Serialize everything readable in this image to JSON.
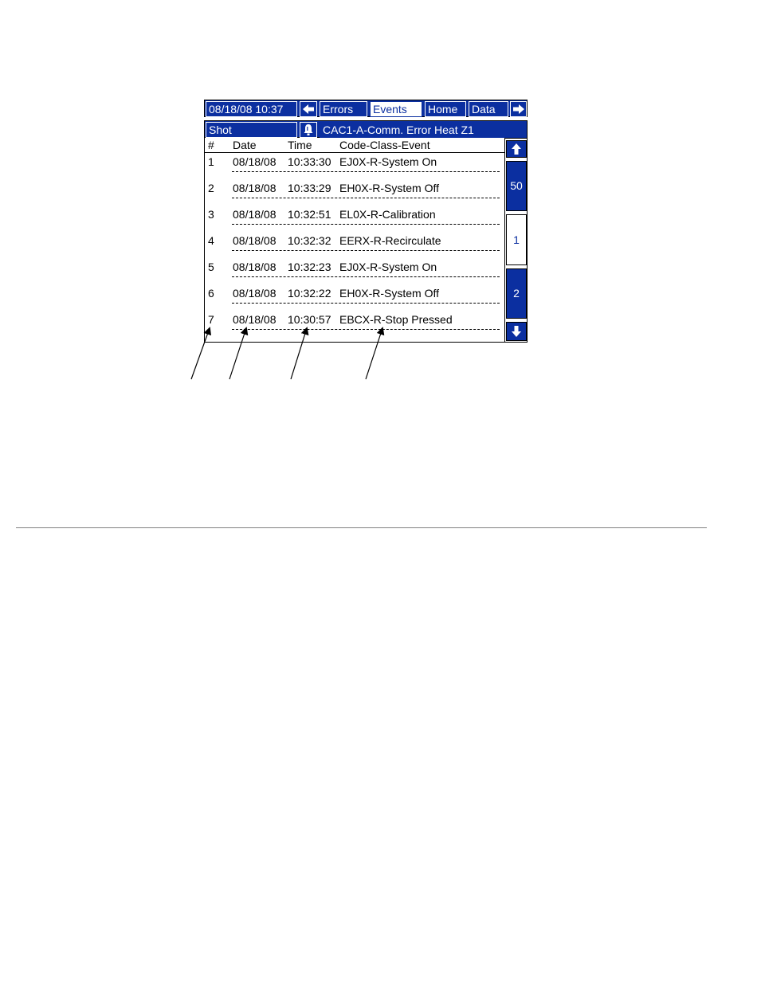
{
  "header": {
    "datetime": "08/18/08  10:37",
    "tabs": [
      {
        "label": "Errors",
        "active": false
      },
      {
        "label": "Events",
        "active": true
      },
      {
        "label": "Home",
        "active": false
      },
      {
        "label": "Data",
        "active": false
      }
    ],
    "prev_icon": "left-arrow-icon",
    "next_icon": "right-arrow-icon"
  },
  "status": {
    "mode": "Shot",
    "alarm_icon": "bell-icon",
    "message": "CAC1-A-Comm. Error Heat Z1"
  },
  "table": {
    "columns": [
      "#",
      "Date",
      "Time",
      "Code-Class-Event"
    ],
    "rows": [
      {
        "num": "1",
        "date": "08/18/08",
        "time": "10:33:30",
        "event": "EJ0X-R-System On"
      },
      {
        "num": "2",
        "date": "08/18/08",
        "time": "10:33:29",
        "event": "EH0X-R-System Off"
      },
      {
        "num": "3",
        "date": "08/18/08",
        "time": "10:32:51",
        "event": "EL0X-R-Calibration"
      },
      {
        "num": "4",
        "date": "08/18/08",
        "time": "10:32:32",
        "event": "EERX-R-Recirculate"
      },
      {
        "num": "5",
        "date": "08/18/08",
        "time": "10:32:23",
        "event": "EJ0X-R-System On"
      },
      {
        "num": "6",
        "date": "08/18/08",
        "time": "10:32:22",
        "event": "EH0X-R-System Off"
      },
      {
        "num": "7",
        "date": "08/18/08",
        "time": "10:30:57",
        "event": "EBCX-R-Stop Pressed"
      }
    ]
  },
  "pager": {
    "up_icon": "up-arrow-icon",
    "down_icon": "down-arrow-icon",
    "pages": [
      {
        "label": "50",
        "active": false
      },
      {
        "label": "1",
        "active": true
      },
      {
        "label": "2",
        "active": false
      }
    ]
  },
  "colors": {
    "screen_blue": "#0b2fa0",
    "text": "#000000",
    "background": "#ffffff"
  }
}
